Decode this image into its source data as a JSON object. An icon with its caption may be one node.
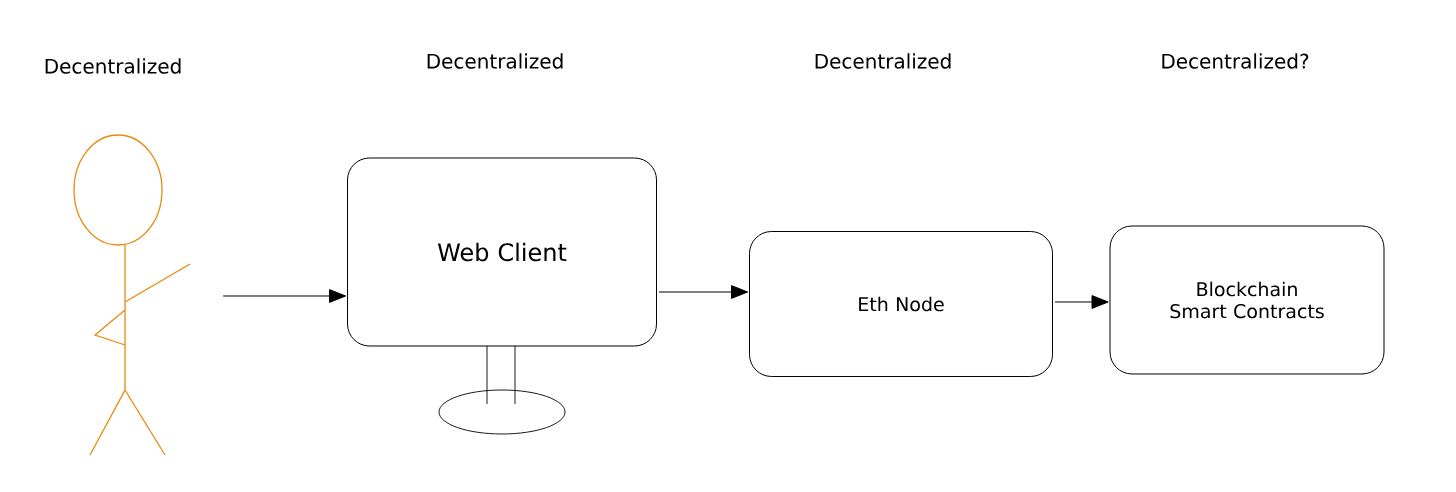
{
  "diagram": {
    "nodes": [
      {
        "text": [],
        "shape": "person"
      },
      {
        "text": [
          "Web Client"
        ]
      },
      {
        "text": [
          "Eth Node"
        ]
      },
      {
        "text": [
          "Blockchain Smart Contracts"
        ]
      }
    ],
    "edges": [
      {
        "from": 0,
        "to": 1,
        "arrow": "to"
      },
      {
        "from": 1,
        "to": 2,
        "arrow": "to"
      },
      {
        "from": 2,
        "to": 3,
        "arrow": "to"
      }
    ],
    "labels": [
      "Decentralized",
      "Decentralized",
      "Decentralized",
      "Decentralized?"
    ]
  }
}
